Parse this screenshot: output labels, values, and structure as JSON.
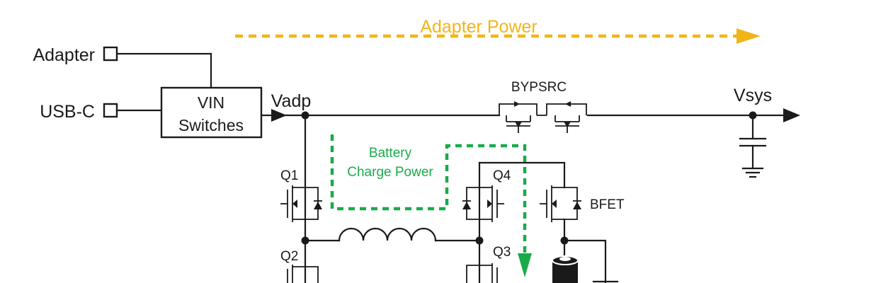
{
  "inputs": {
    "adapter_label": "Adapter",
    "usbc_label": "USB-C"
  },
  "vin_switch": {
    "line1": "VIN",
    "line2": "Switches"
  },
  "nodes": {
    "vadp": "Vadp",
    "vsys": "Vsys"
  },
  "flows": {
    "adapter_power": "Adapter Power",
    "battery_charge_line1": "Battery",
    "battery_charge_line2": "Charge Power"
  },
  "components": {
    "bypsrc": "BYPSRC",
    "q1": "Q1",
    "q2": "Q2",
    "q3": "Q3",
    "q4": "Q4",
    "bfet": "BFET"
  },
  "colors": {
    "adapter_flow": "#f2b517",
    "charge_flow": "#1aaa4b",
    "wire": "#1a1a1a"
  }
}
